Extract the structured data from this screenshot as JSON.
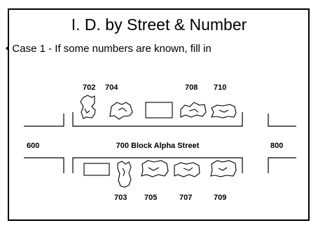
{
  "slide": {
    "title": "I. D. by Street & Number",
    "bullet": "• Case 1 - If some numbers are known, fill in"
  },
  "street": {
    "left_block": "600",
    "center_label": "700 Block Alpha Street",
    "right_block": "800"
  },
  "top_row": {
    "numbers": [
      "702",
      "704",
      "708",
      "710"
    ]
  },
  "bottom_row": {
    "numbers": [
      "703",
      "705",
      "707",
      "709"
    ]
  }
}
